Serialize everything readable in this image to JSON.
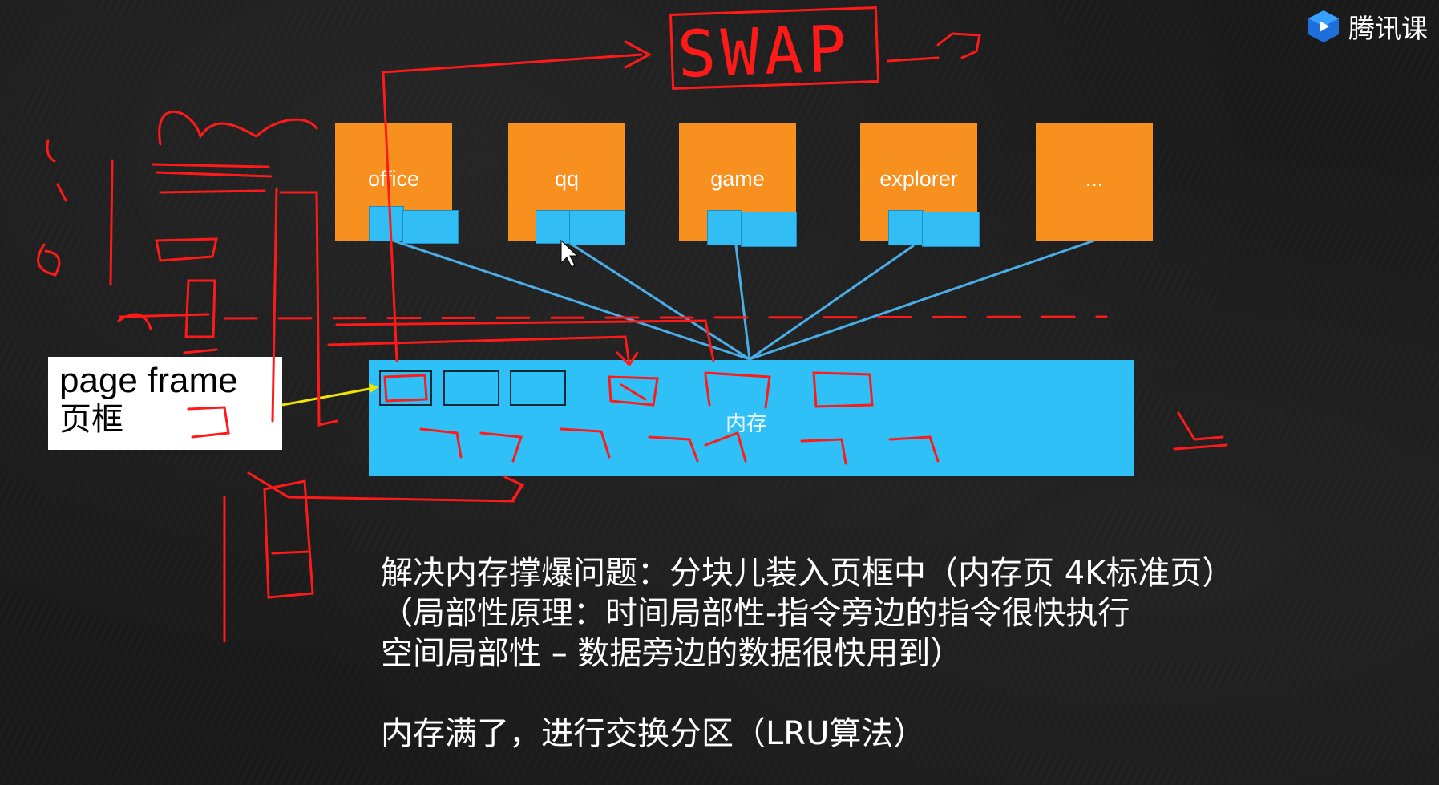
{
  "brand": {
    "name": "腾讯课",
    "logo_icon": "tencent-classroom-play-icon",
    "accent": "#1e6fd9"
  },
  "apps": [
    {
      "label": "office"
    },
    {
      "label": "qq"
    },
    {
      "label": "game"
    },
    {
      "label": "explorer"
    },
    {
      "label": "..."
    }
  ],
  "memory": {
    "label": "内存",
    "color": "#2ec0f7"
  },
  "page_frame": {
    "title": "page frame",
    "subtitle": "页框"
  },
  "swap": {
    "label": "SWAP"
  },
  "notes": {
    "line1": "解决内存撑爆问题：分块儿装入页框中（内存页 4K标准页）",
    "line2": "（局部性原理：时间局部性-指令旁边的指令很快执行",
    "line3": "空间局部性 – 数据旁边的数据很快用到）",
    "line4": "内存满了，进行交换分区（LRU算法）"
  },
  "colors": {
    "app_box": "#f7901e",
    "page": "#33bdf5",
    "link_line": "#4aaee8",
    "annotation": "#ff1a1a",
    "arrow": "#f2e600"
  }
}
